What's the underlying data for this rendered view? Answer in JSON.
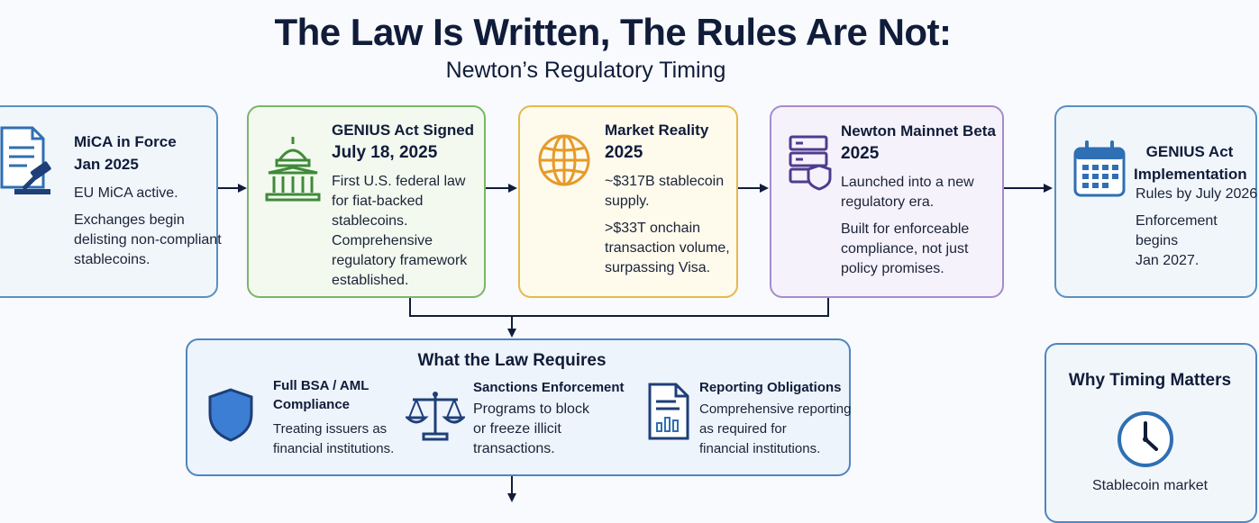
{
  "title": "The Law Is Written, The Rules Are Not:",
  "subtitle": "Newton’s Regulatory Timing",
  "cards": [
    {
      "icon": "document-gavel-icon",
      "title_lines": [
        "MiCA in Force",
        "Jan 2025"
      ],
      "paragraphs": [
        [
          "EU MiCA active."
        ],
        [
          "Exchanges begin",
          "delisting non-compliant",
          "stablecoins."
        ]
      ]
    },
    {
      "icon": "capitol-building-icon",
      "title_lines": [
        "GENIUS Act Signed",
        "July 18, 2025"
      ],
      "paragraphs": [
        [
          "First U.S. federal law",
          "for fiat-backed",
          "stablecoins.",
          "Comprehensive",
          "regulatory framework",
          "established."
        ]
      ]
    },
    {
      "icon": "globe-icon",
      "title_lines": [
        "Market Reality",
        "2025"
      ],
      "paragraphs": [
        [
          "~$317B stablecoin",
          "supply."
        ],
        [
          ">$33T onchain",
          "transaction volume,",
          "surpassing Visa."
        ]
      ]
    },
    {
      "icon": "server-shield-icon",
      "title_lines": [
        "Newton Mainnet Beta",
        "2025"
      ],
      "paragraphs": [
        [
          "Launched into a new",
          "regulatory era."
        ],
        [
          "Built for enforceable",
          "compliance, not just",
          "policy promises."
        ]
      ]
    },
    {
      "icon": "calendar-icon",
      "title_lines": [
        "GENIUS Act",
        "Implementation"
      ],
      "paragraphs": [
        [
          "Rules by July 2026"
        ],
        [
          "Enforcement",
          "begins",
          "Jan 2027."
        ]
      ]
    }
  ],
  "requirements": {
    "title": "What the Law Requires",
    "items": [
      {
        "icon": "shield-icon",
        "title_lines": [
          "Full BSA / AML",
          "Compliance"
        ],
        "body_lines": [
          "Treating issuers as",
          "financial institutions."
        ]
      },
      {
        "icon": "scales-icon",
        "title_lines": [
          "Sanctions Enforcement"
        ],
        "body_lines": [
          "Programs to block",
          "or freeze illicit",
          "transactions."
        ]
      },
      {
        "icon": "report-icon",
        "title_lines": [
          "Reporting Obligations"
        ],
        "body_lines": [
          "Comprehensive reporting",
          "as required for",
          "financial institutions."
        ]
      }
    ]
  },
  "why": {
    "title": "Why Timing Matters",
    "icon": "clock-icon",
    "body_lines": [
      "Stablecoin market"
    ]
  },
  "colors": {
    "navy": "#101c3a",
    "blue_icon": "#2f6fb3",
    "green_icon": "#3f8a3a",
    "orange_icon": "#e59a2a",
    "purple_icon": "#4d3c8f"
  }
}
